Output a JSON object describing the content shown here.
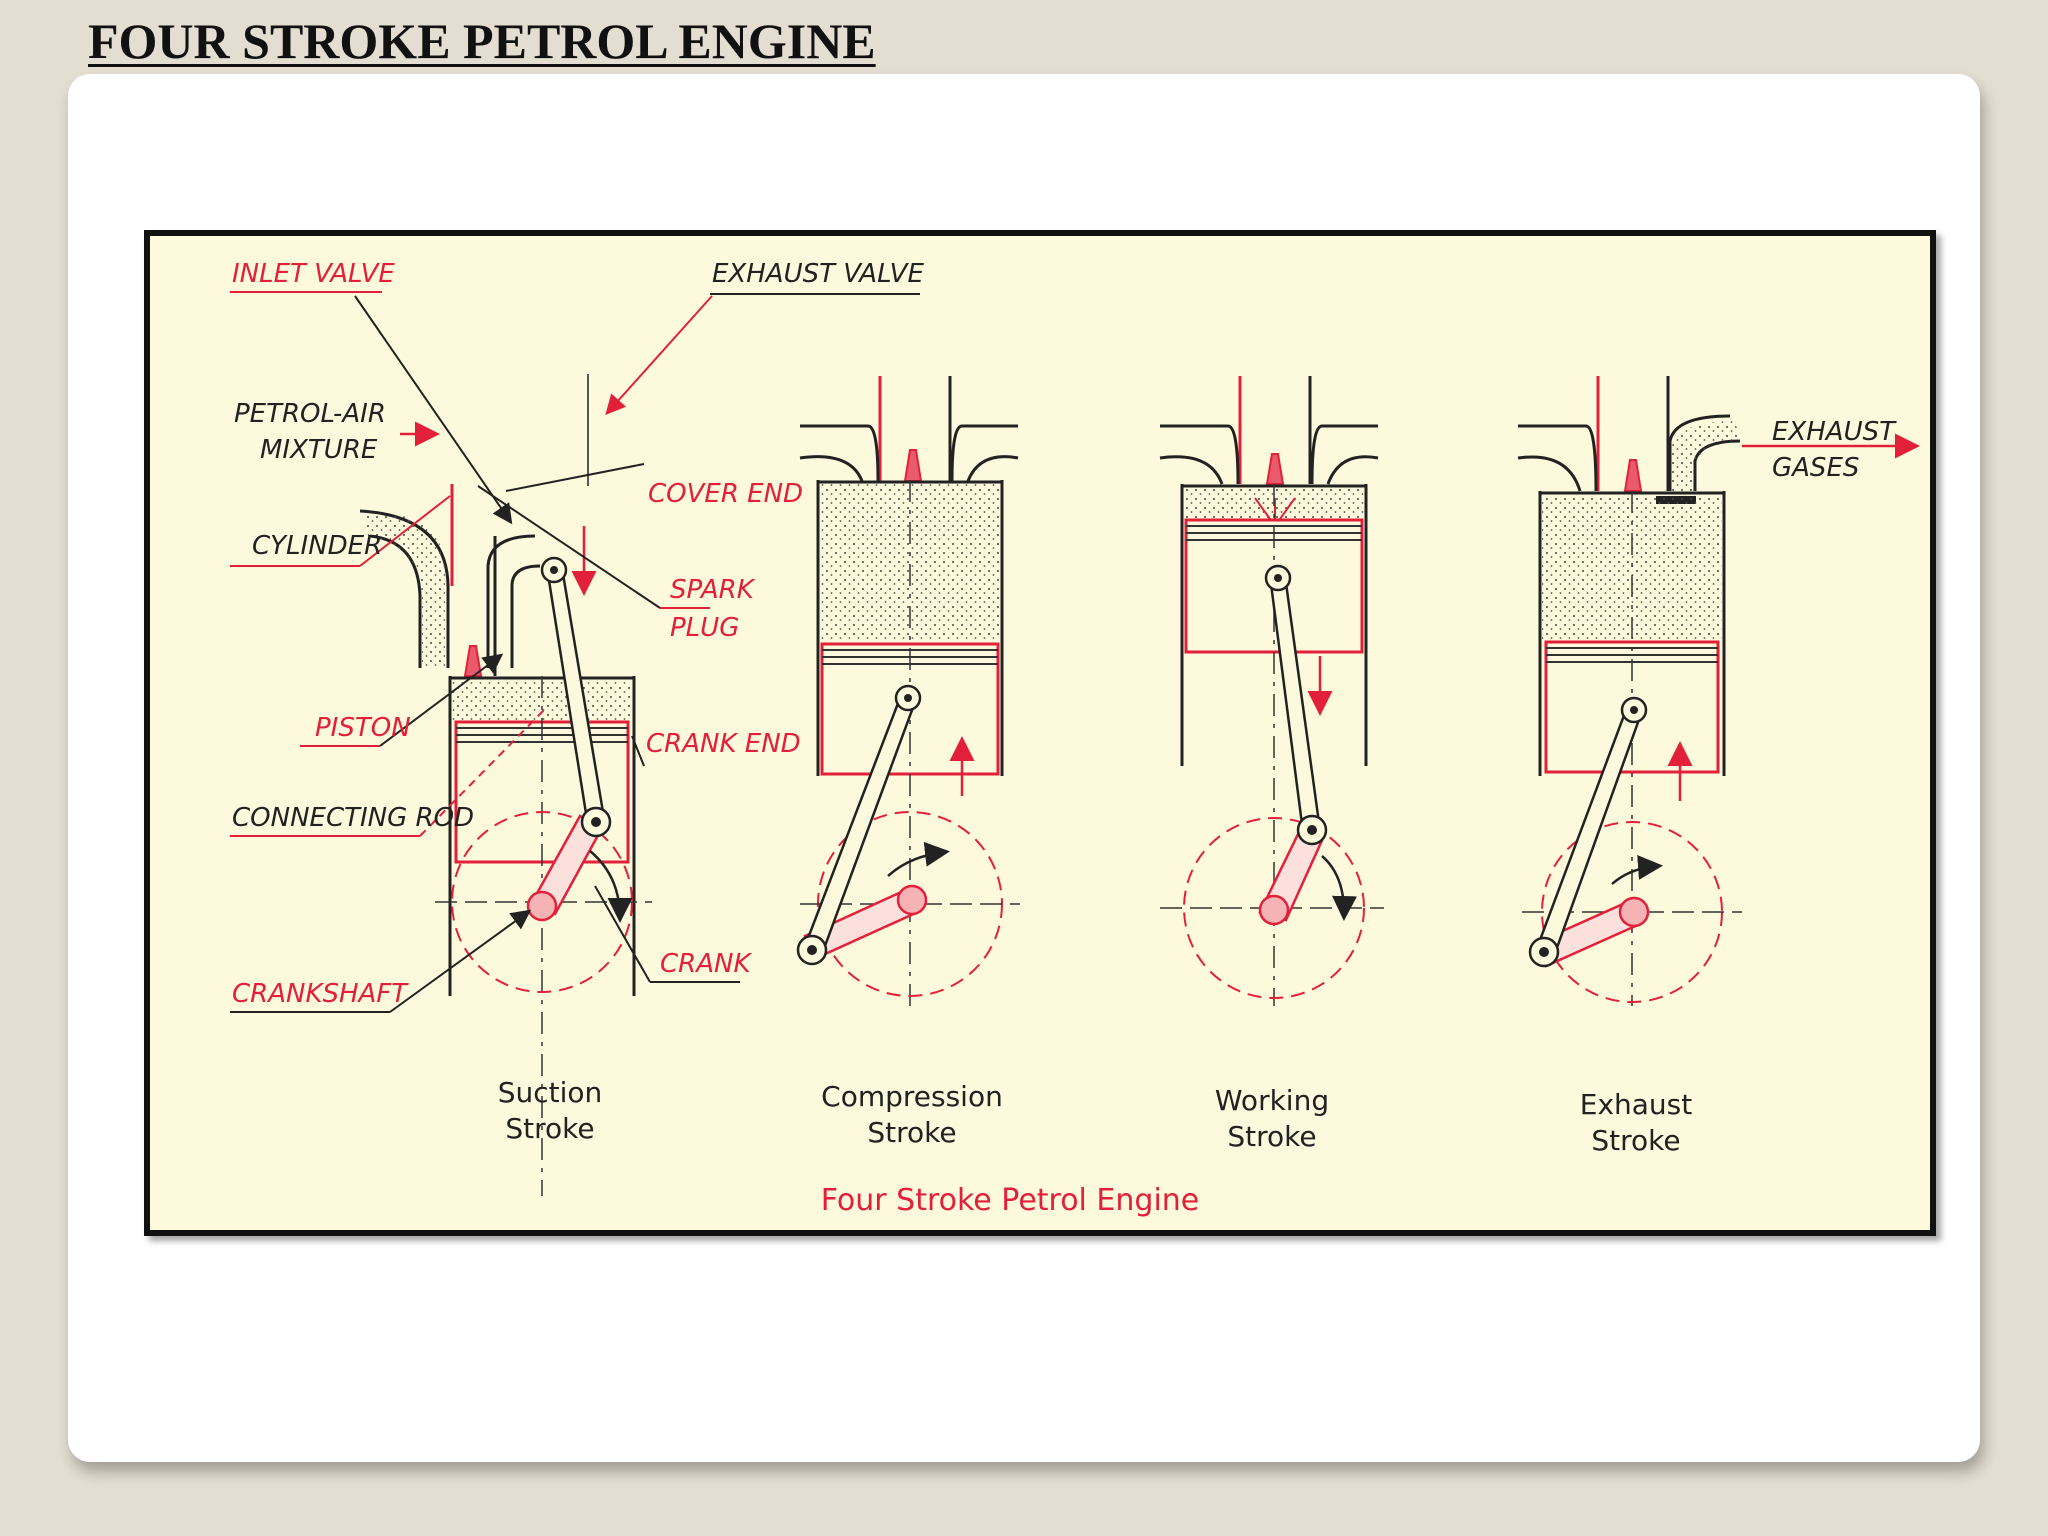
{
  "slide": {
    "title": "FOUR STROKE PETROL ENGINE"
  },
  "figure": {
    "labels": {
      "inlet_valve": "INLET VALVE",
      "exhaust_valve": "EXHAUST VALVE",
      "petrol_air_1": "PETROL-AIR",
      "petrol_air_2": "MIXTURE",
      "cylinder": "CYLINDER",
      "cover_end": "COVER END",
      "spark_1": "SPARK",
      "spark_2": "PLUG",
      "piston": "PISTON",
      "crank_end": "CRANK END",
      "connecting_rod": "CONNECTING ROD",
      "crank": "CRANK",
      "crankshaft": "CRANKSHAFT",
      "exhaust_gases_1": "EXHAUST",
      "exhaust_gases_2": "GASES"
    },
    "strokes": [
      {
        "line1": "Suction",
        "line2": "Stroke"
      },
      {
        "line1": "Compression",
        "line2": "Stroke"
      },
      {
        "line1": "Working",
        "line2": "Stroke"
      },
      {
        "line1": "Exhaust",
        "line2": "Stroke"
      }
    ],
    "caption": "Four Stroke Petrol Engine",
    "colors": {
      "red": "#e3203a",
      "ink": "#222222",
      "paper": "#fcf9dc"
    }
  }
}
